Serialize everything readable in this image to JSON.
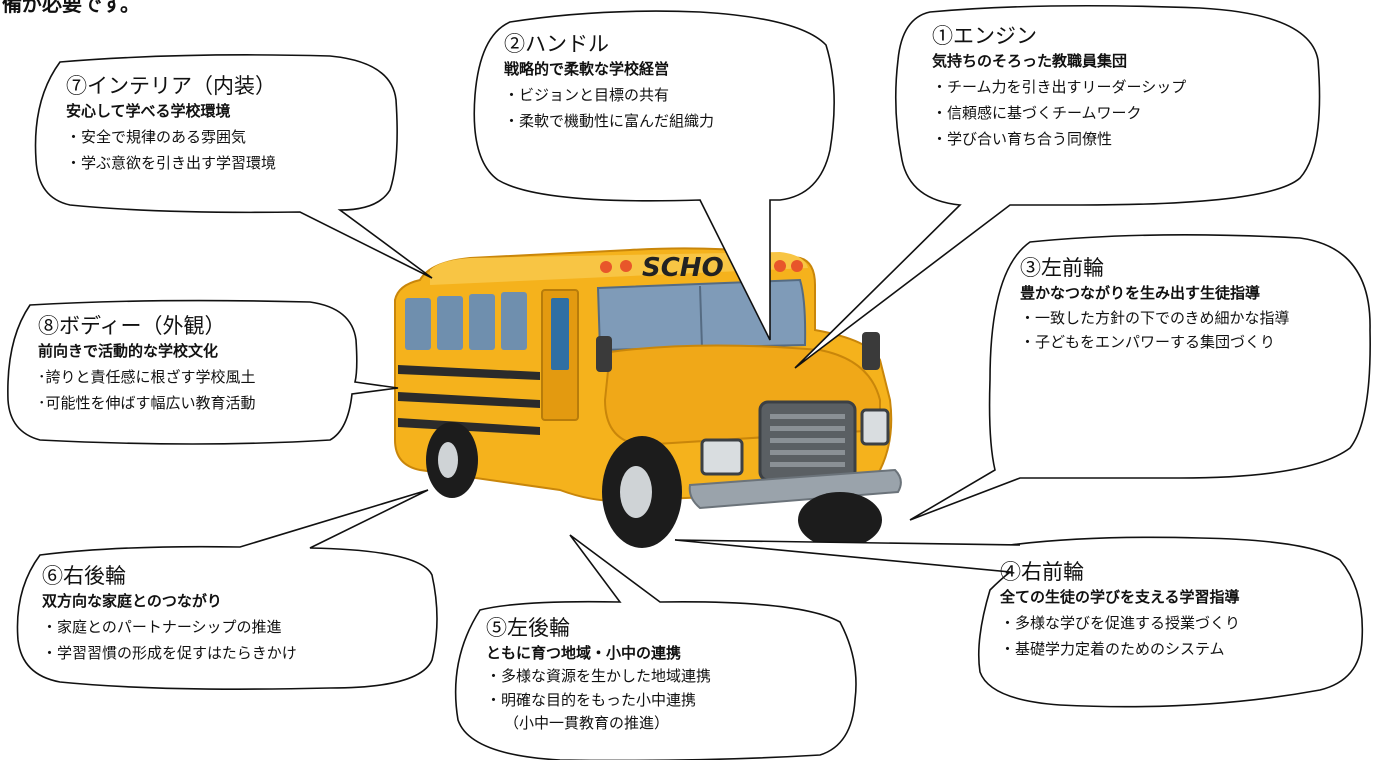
{
  "header_fragment": "備が必要です。",
  "bus": {
    "sign_text": "SCHO",
    "colors": {
      "body": "#f5b21c",
      "body_dark": "#e39a10",
      "stripe": "#2b2b2b",
      "window": "#6f8fae",
      "bumper": "#9aa3ab",
      "tire": "#1c1c1c"
    }
  },
  "boxes": {
    "engine": {
      "title": "①エンジン",
      "heading": "気持ちのそろった教職員集団",
      "items": [
        "・チーム力を引き出すリーダーシップ",
        "・信頼感に基づくチームワーク",
        "・学び合い育ち合う同僚性"
      ]
    },
    "handle": {
      "title": "②ハンドル",
      "heading": "戦略的で柔軟な学校経営",
      "items": [
        "・ビジョンと目標の共有",
        "・柔軟で機動性に富んだ組織力"
      ]
    },
    "left_front": {
      "title": "③左前輪",
      "heading": "豊かなつながりを生み出す生徒指導",
      "items": [
        "・一致した方針の下でのきめ細かな指導",
        "・子どもをエンパワーする集団づくり"
      ]
    },
    "right_front": {
      "title": "④右前輪",
      "heading": "全ての生徒の学びを支える学習指導",
      "items": [
        "・多様な学びを促進する授業づくり",
        "・基礎学力定着のためのシステム"
      ]
    },
    "left_rear": {
      "title": "⑤左後輪",
      "heading": "ともに育つ地域・小中の連携",
      "items": [
        "・多様な資源を生かした地域連携",
        "・明確な目的をもった小中連携",
        "（小中一貫教育の推進）"
      ]
    },
    "right_rear": {
      "title": "⑥右後輪",
      "heading": "双方向な家庭とのつながり",
      "items": [
        "・家庭とのパートナーシップの推進",
        "・学習習慣の形成を促すはたらきかけ"
      ]
    },
    "interior": {
      "title": "⑦インテリア（内装）",
      "heading": "安心して学べる学校環境",
      "items": [
        "・安全で規律のある雰囲気",
        "・学ぶ意欲を引き出す学習環境"
      ]
    },
    "body": {
      "title": "⑧ボディー（外観）",
      "heading": "前向きで活動的な学校文化",
      "items": [
        "･誇りと責任感に根ざす学校風土",
        "･可能性を伸ばす幅広い教育活動"
      ]
    }
  }
}
